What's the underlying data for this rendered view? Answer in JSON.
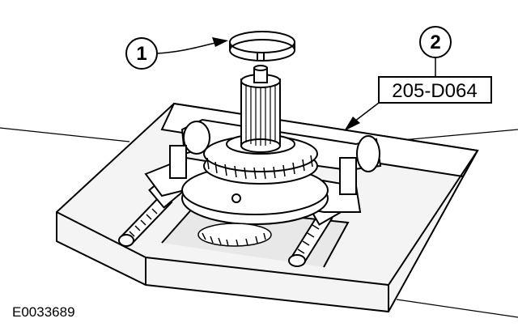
{
  "callouts": [
    {
      "number": "1"
    },
    {
      "number": "2",
      "tool": "205-D064"
    }
  ],
  "figure_id": "E0033689"
}
